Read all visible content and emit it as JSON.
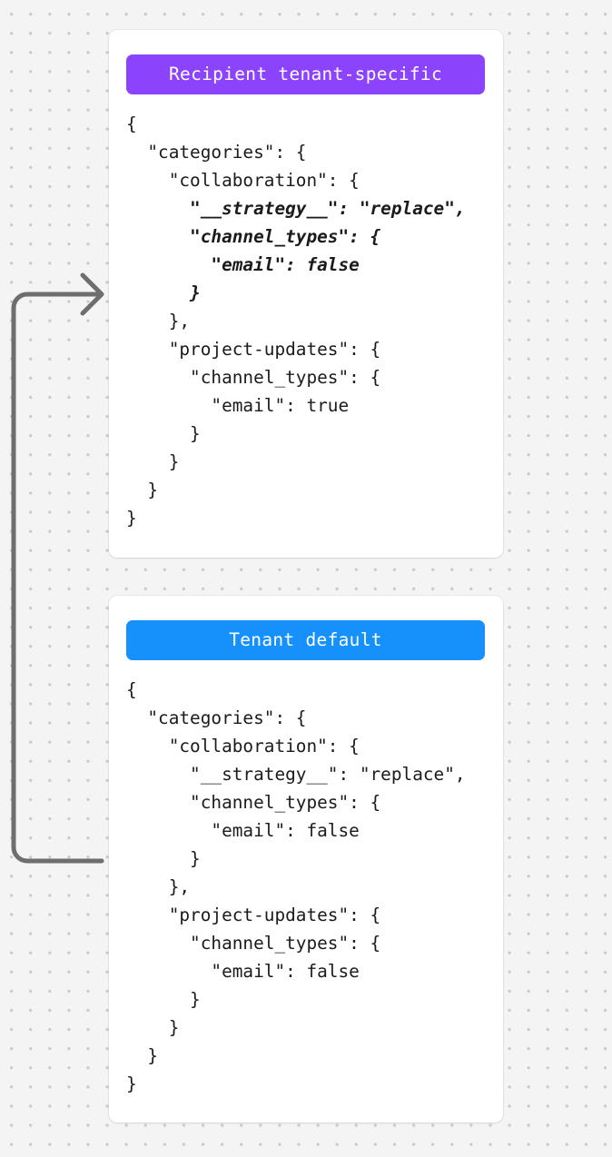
{
  "background": {
    "color": "#f4f4f4",
    "dot_color": "#c9c9c9",
    "pattern": "dot-grid"
  },
  "connector": {
    "name": "override-arrow",
    "description": "arrow from Tenant default card up to Recipient tenant-specific card",
    "color": "#6e6e6e",
    "stroke_width": 5,
    "direction": "bottom-to-top-right"
  },
  "cards": [
    {
      "id": "recipient-tenant-specific",
      "badge_label": "Recipient tenant-specific",
      "badge_color": "#8c43fc",
      "code_lines": [
        {
          "text": "{",
          "highlight": false
        },
        {
          "text": "  \"categories\": {",
          "highlight": false
        },
        {
          "text": "    \"collaboration\": {",
          "highlight": false
        },
        {
          "text": "      \"__strategy__\": \"replace\",",
          "highlight": true
        },
        {
          "text": "      \"channel_types\": {",
          "highlight": true
        },
        {
          "text": "        \"email\": false",
          "highlight": true
        },
        {
          "text": "      }",
          "highlight": true
        },
        {
          "text": "    },",
          "highlight": false
        },
        {
          "text": "    \"project-updates\": {",
          "highlight": false
        },
        {
          "text": "      \"channel_types\": {",
          "highlight": false
        },
        {
          "text": "        \"email\": true",
          "highlight": false
        },
        {
          "text": "      }",
          "highlight": false
        },
        {
          "text": "    }",
          "highlight": false
        },
        {
          "text": "  }",
          "highlight": false
        },
        {
          "text": "}",
          "highlight": false
        }
      ]
    },
    {
      "id": "tenant-default",
      "badge_label": "Tenant default",
      "badge_color": "#1691fb",
      "code_lines": [
        {
          "text": "{",
          "highlight": false
        },
        {
          "text": "  \"categories\": {",
          "highlight": false
        },
        {
          "text": "    \"collaboration\": {",
          "highlight": false
        },
        {
          "text": "      \"__strategy__\": \"replace\",",
          "highlight": false
        },
        {
          "text": "      \"channel_types\": {",
          "highlight": false
        },
        {
          "text": "        \"email\": false",
          "highlight": false
        },
        {
          "text": "      }",
          "highlight": false
        },
        {
          "text": "    },",
          "highlight": false
        },
        {
          "text": "    \"project-updates\": {",
          "highlight": false
        },
        {
          "text": "      \"channel_types\": {",
          "highlight": false
        },
        {
          "text": "        \"email\": false",
          "highlight": false
        },
        {
          "text": "      }",
          "highlight": false
        },
        {
          "text": "    }",
          "highlight": false
        },
        {
          "text": "  }",
          "highlight": false
        },
        {
          "text": "}",
          "highlight": false
        }
      ]
    }
  ]
}
